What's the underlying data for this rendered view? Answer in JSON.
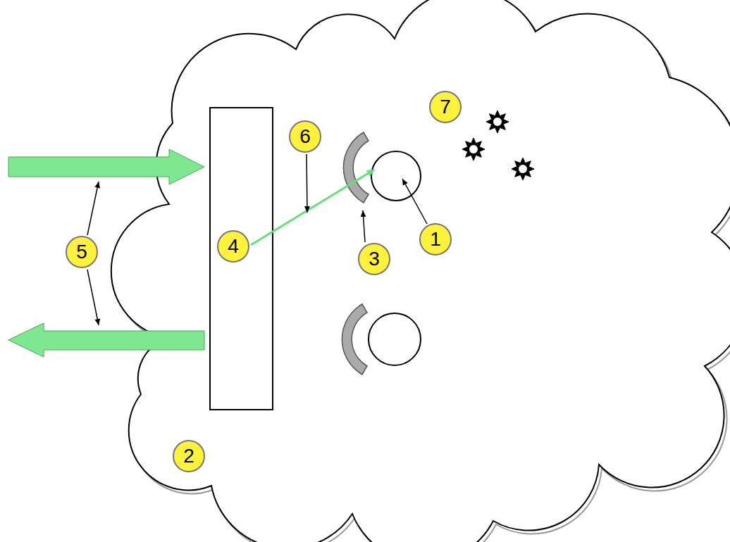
{
  "diagram": {
    "labels": [
      "7",
      "6",
      "1",
      "4",
      "5",
      "3",
      "2"
    ]
  }
}
